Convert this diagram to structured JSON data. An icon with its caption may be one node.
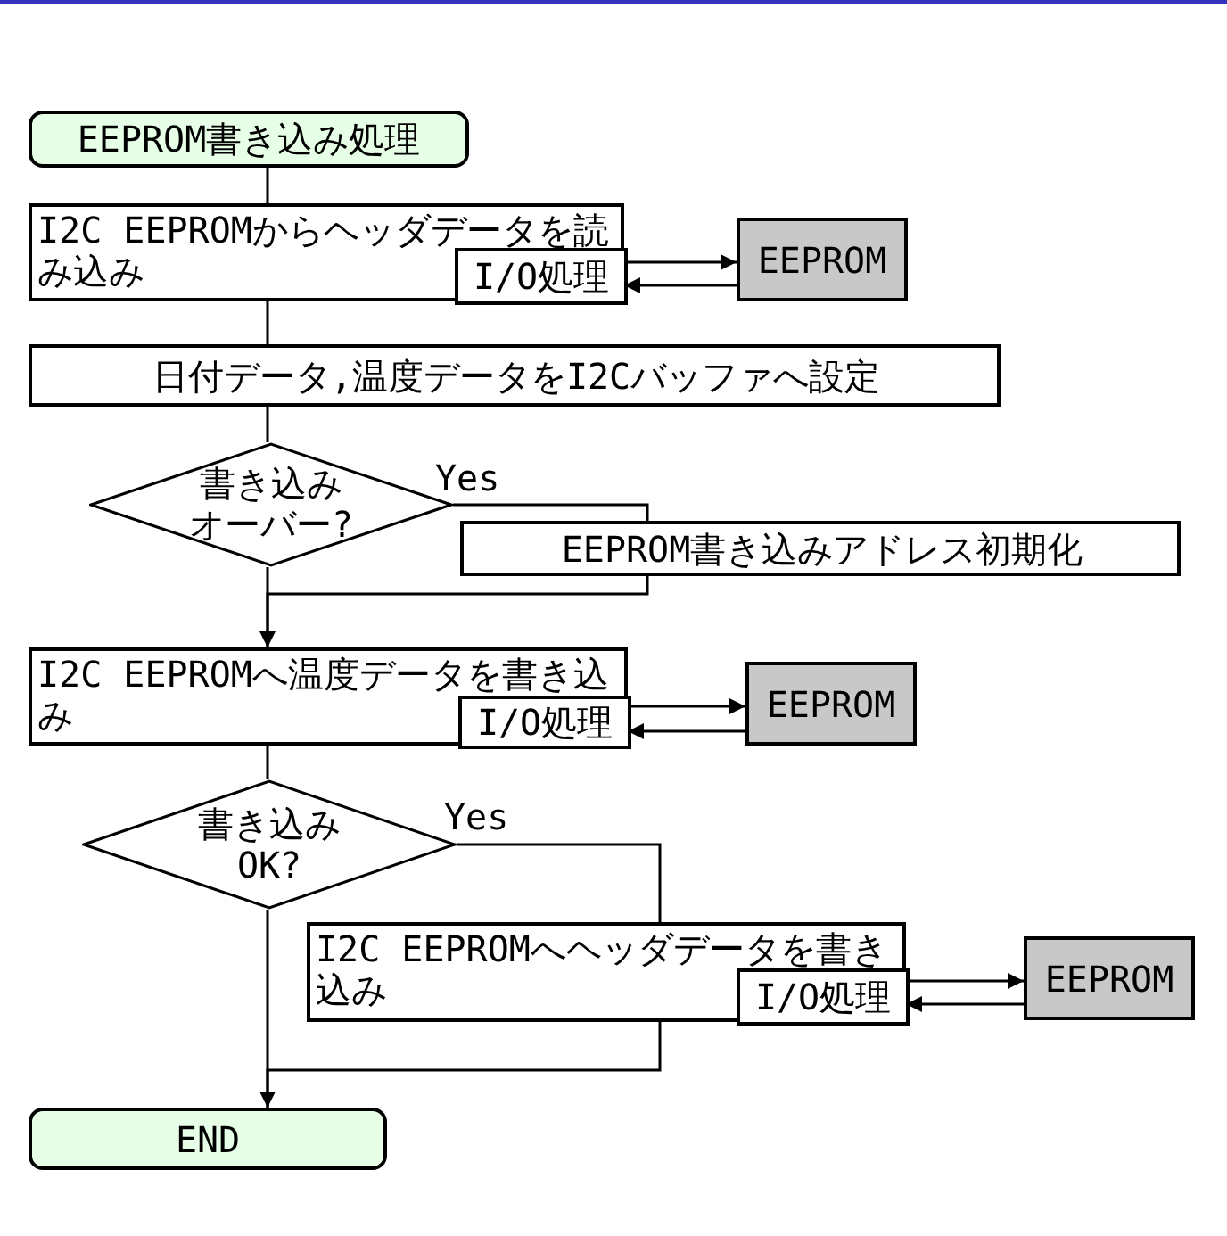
{
  "diagram": {
    "nodes": [
      {
        "text": [
          "EEPROM書き込み処理"
        ]
      },
      {
        "text": [
          "I2C EEPROMからヘッダデータを読み込み"
        ]
      },
      {
        "text": [
          "I/O処理"
        ],
        "in": 1
      },
      {
        "text": [
          "EEPROM"
        ]
      },
      {
        "text": [
          "日付データ,温度データをI2Cバッファへ設定"
        ]
      },
      {
        "text": [
          "書き込みオーバー?"
        ]
      },
      {
        "text": [
          "EEPROM書き込みアドレス初期化"
        ]
      },
      {
        "text": [
          "I2C EEPROMへ温度データを書き込み"
        ]
      },
      {
        "text": [
          "I/O処理"
        ],
        "in": 7
      },
      {
        "text": [
          "EEPROM"
        ]
      },
      {
        "text": [
          "書き込みOK?"
        ]
      },
      {
        "text": [
          "I2C EEPROMへヘッダデータを書き込み"
        ]
      },
      {
        "text": [
          "I/O処理"
        ],
        "in": 11
      },
      {
        "text": [
          "EEPROM"
        ]
      },
      {
        "text": [
          "END"
        ]
      }
    ],
    "edges": [
      {
        "from": 0,
        "to": 1,
        "arrow": "none"
      },
      {
        "from": 2,
        "to": 3,
        "arrow": "to"
      },
      {
        "from": 3,
        "to": 2,
        "arrow": "to"
      },
      {
        "from": 1,
        "to": 4,
        "arrow": "none"
      },
      {
        "from": 4,
        "to": 5,
        "arrow": "none"
      },
      {
        "from": 5,
        "to": 6,
        "arrow": "none",
        "label": "Yes"
      },
      {
        "from": 6,
        "to": 7,
        "arrow": "to"
      },
      {
        "from": 5,
        "to": 7,
        "arrow": "none"
      },
      {
        "from": 7,
        "to": 10,
        "arrow": "none"
      },
      {
        "from": 8,
        "to": 9,
        "arrow": "to"
      },
      {
        "from": 9,
        "to": 8,
        "arrow": "to"
      },
      {
        "from": 10,
        "to": 11,
        "arrow": "none",
        "label": "Yes"
      },
      {
        "from": 11,
        "to": 14,
        "arrow": "to"
      },
      {
        "from": 10,
        "to": 14,
        "arrow": "none"
      },
      {
        "from": 12,
        "to": 13,
        "arrow": "to"
      },
      {
        "from": 13,
        "to": 12,
        "arrow": "to"
      }
    ]
  }
}
